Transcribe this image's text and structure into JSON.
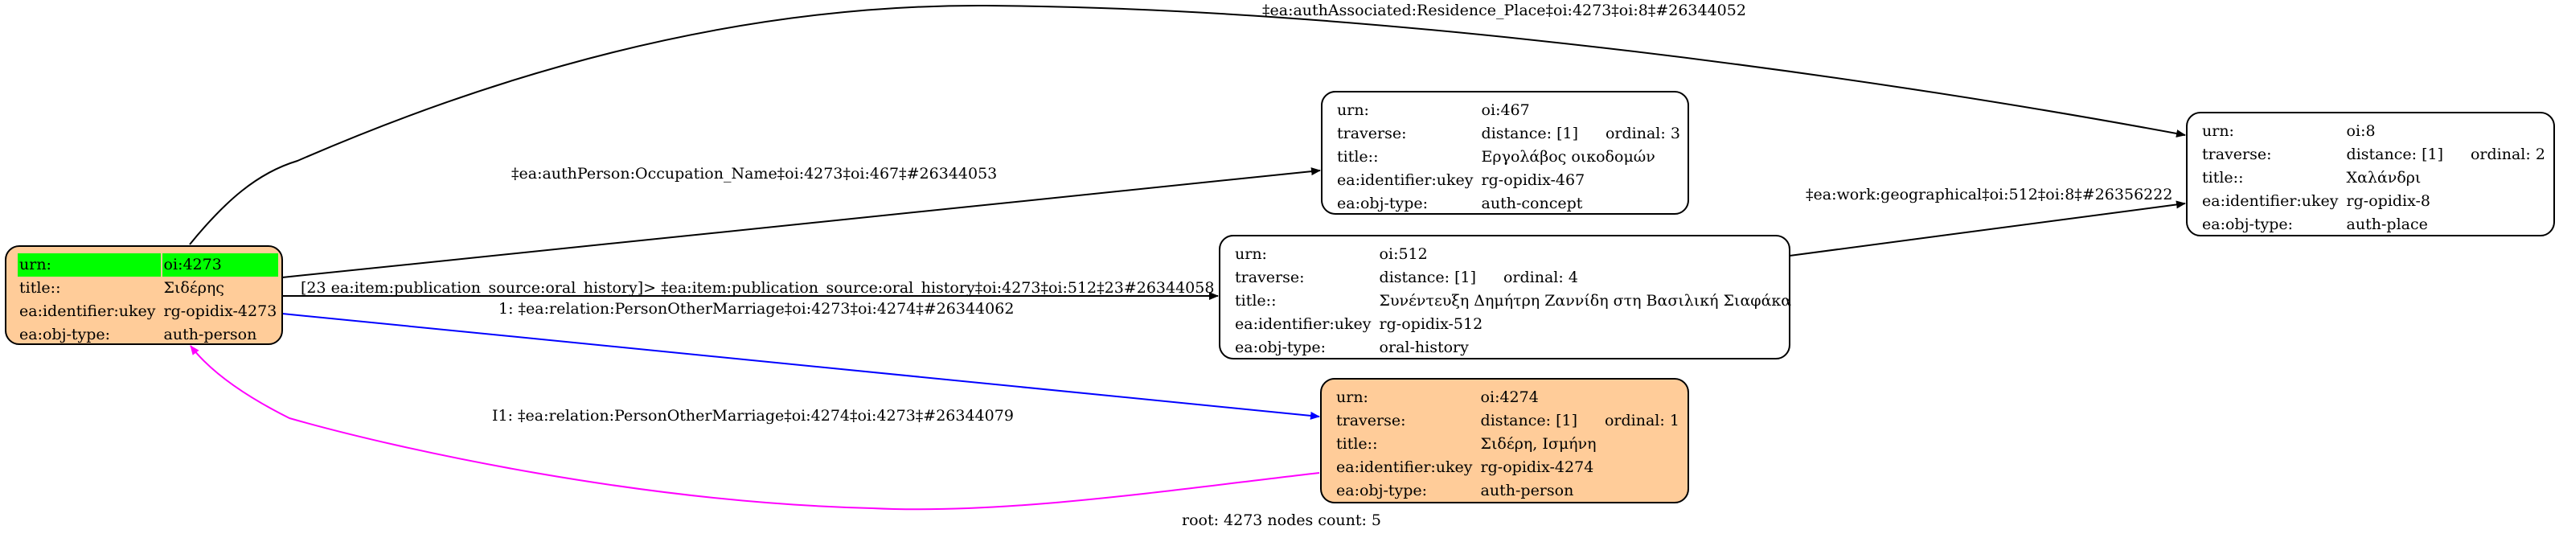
{
  "graph": {
    "footer": "root: 4273 nodes count: 5",
    "colors": {
      "person_fill": "#ffcc99",
      "root_highlight": "#00ff00",
      "edge_default": "#000000",
      "edge_marriage": "#0000ff",
      "edge_inverse_marriage": "#ff00ff"
    },
    "nodes": {
      "root": {
        "type": "auth-person",
        "rows": [
          {
            "key": "urn:",
            "value": "oi:4273"
          },
          {
            "key": "title::",
            "value": "Σιδέρης"
          },
          {
            "key": "ea:identifier:ukey",
            "value": "rg-opidix-4273"
          },
          {
            "key": "ea:obj-type:",
            "value": "auth-person"
          }
        ]
      },
      "n467": {
        "urn_key": "urn:",
        "urn": "oi:467",
        "traverse_key": "traverse:",
        "distance": "distance: [1]",
        "ordinal": "ordinal: 3",
        "title_key": "title::",
        "title": "Εργολάβος οικοδομών",
        "ukey_key": "ea:identifier:ukey",
        "ukey": "rg-opidix-467",
        "type_key": "ea:obj-type:",
        "type": "auth-concept"
      },
      "n8": {
        "urn_key": "urn:",
        "urn": "oi:8",
        "traverse_key": "traverse:",
        "distance": "distance: [1]",
        "ordinal": "ordinal: 2",
        "title_key": "title::",
        "title": "Χαλάνδρι",
        "ukey_key": "ea:identifier:ukey",
        "ukey": "rg-opidix-8",
        "type_key": "ea:obj-type:",
        "type": "auth-place"
      },
      "n512": {
        "urn_key": "urn:",
        "urn": "oi:512",
        "traverse_key": "traverse:",
        "distance": "distance: [1]",
        "ordinal": "ordinal: 4",
        "title_key": "title::",
        "title": "Συνέντευξη Δημήτρη Ζαννίδη στη Βασιλική Σιαφάκα",
        "ukey_key": "ea:identifier:ukey",
        "ukey": "rg-opidix-512",
        "type_key": "ea:obj-type:",
        "type": "oral-history"
      },
      "n4274": {
        "urn_key": "urn:",
        "urn": "oi:4274",
        "traverse_key": "traverse:",
        "distance": "distance: [1]",
        "ordinal": "ordinal: 1",
        "title_key": "title::",
        "title": "Σιδέρη, Ισμήνη",
        "ukey_key": "ea:identifier:ukey",
        "ukey": "rg-opidix-4274",
        "type_key": "ea:obj-type:",
        "type": "auth-person"
      }
    },
    "edges": {
      "residence": {
        "from": "oi:4273",
        "to": "oi:8",
        "label": "‡ea:authAssociated:Residence_Place‡oi:4273‡oi:8‡#26344052"
      },
      "occupation": {
        "from": "oi:4273",
        "to": "oi:467",
        "label": "‡ea:authPerson:Occupation_Name‡oi:4273‡oi:467‡#26344053"
      },
      "oral_history": {
        "from": "oi:4273",
        "to": "oi:512",
        "label": "[23 ea:item:publication_source:oral_history]> ‡ea:item:publication_source:oral_history‡oi:4273‡oi:512‡23#26344058"
      },
      "marriage": {
        "from": "oi:4273",
        "to": "oi:4274",
        "label": "1: ‡ea:relation:PersonOtherMarriage‡oi:4273‡oi:4274‡#26344062"
      },
      "marriage_inverse": {
        "from": "oi:4274",
        "to": "oi:4273",
        "label": "I1: ‡ea:relation:PersonOtherMarriage‡oi:4274‡oi:4273‡#26344079"
      },
      "geographical": {
        "from": "oi:512",
        "to": "oi:8",
        "label": "‡ea:work:geographical‡oi:512‡oi:8‡#26356222"
      }
    }
  }
}
